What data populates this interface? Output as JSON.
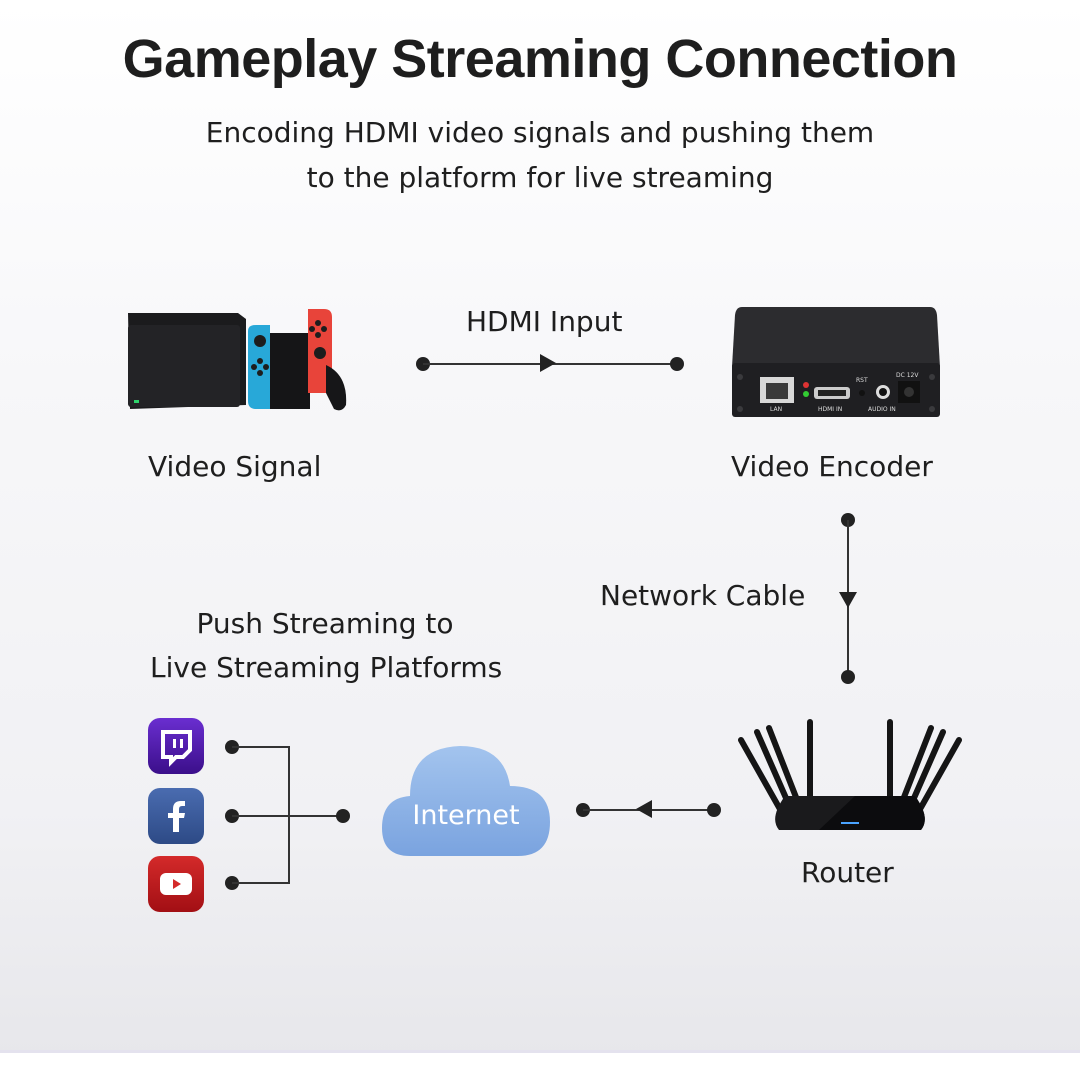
{
  "header": {
    "title": "Gameplay Streaming Connection",
    "subtitle_line1": "Encoding HDMI video signals and pushing them",
    "subtitle_line2": "to the platform for live streaming"
  },
  "nodes": {
    "video_signal": {
      "label": "Video Signal",
      "device": "game console (handheld with red/blue controllers)"
    },
    "video_encoder": {
      "label": "Video Encoder",
      "ports": [
        "LAN",
        "HDMI IN",
        "RST",
        "AUDIO IN",
        "DC 12V"
      ]
    },
    "router": {
      "label": "Router"
    },
    "internet": {
      "label": "Internet"
    },
    "platforms": {
      "label_line1": "Push Streaming to",
      "label_line2": "Live Streaming Platforms",
      "items": [
        {
          "name": "Twitch",
          "icon": "twitch-icon",
          "color": "#5b1fb0"
        },
        {
          "name": "Facebook",
          "icon": "facebook-icon",
          "color": "#3b5998"
        },
        {
          "name": "YouTube",
          "icon": "youtube-icon",
          "color": "#c4161c"
        }
      ]
    }
  },
  "connections": [
    {
      "from": "video_signal",
      "to": "video_encoder",
      "label": "HDMI Input",
      "direction": "right"
    },
    {
      "from": "video_encoder",
      "to": "router",
      "label": "Network Cable",
      "direction": "down"
    },
    {
      "from": "router",
      "to": "internet",
      "label": "",
      "direction": "left"
    },
    {
      "from": "internet",
      "to": "platforms",
      "label": "",
      "direction": "left"
    }
  ],
  "colors": {
    "cloud": "#86aee6",
    "text": "#1e1e1e",
    "line": "#333333"
  }
}
